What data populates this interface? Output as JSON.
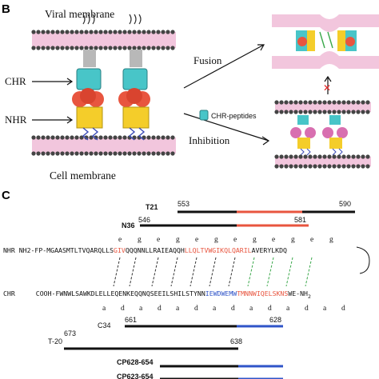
{
  "panel_b": {
    "label": "B",
    "viral_membrane": "Viral membrane",
    "cell_membrane": "Cell membrane",
    "chr": "CHR",
    "nhr": "NHR",
    "fusion": "Fusion",
    "inhibition": "Inhibition",
    "legend": "CHR-peptides",
    "blocked_symbol": "✕"
  },
  "panel_c": {
    "label": "C",
    "peptide_top": [
      {
        "name": "T21",
        "start": "553",
        "end": "590"
      },
      {
        "name": "N36",
        "start": "546",
        "end": "581"
      }
    ],
    "nhr_row": {
      "prefix": "NHR NH2-FP-",
      "seg1": "MGAASMTLTVQARQLLS",
      "seg2": "GIV",
      "seg3": "QQQNNLLRAIEAQQH",
      "seg4": "LLQLTVWGIKQLQARIL",
      "seg5": "AVERYLKDQ"
    },
    "chr_row": {
      "prefix": "CHR",
      "seg1": "COOH-FWNWLSAWKDLELLEQENKEQQNQSEEILSHILSTYNN",
      "seg2": "IEWDWEMW",
      "seg3": "TMNNWIQELSKNS",
      "seg4": "WE",
      "suffix": "-NH",
      "subscript": "2"
    },
    "heptad_top": [
      "e",
      "g",
      "e",
      "g",
      "e",
      "g",
      "e",
      "g",
      "e",
      "g",
      "e",
      "g"
    ],
    "heptad_bottom": [
      "a",
      "d",
      "a",
      "d",
      "a",
      "d",
      "a",
      "d",
      "a",
      "d",
      "a",
      "d",
      "a",
      "d"
    ],
    "peptide_bottom": [
      {
        "name": "C34",
        "start": "661",
        "end": "628"
      },
      {
        "name": "T-20",
        "start": "673",
        "end": "638"
      },
      {
        "name": "CP628-654",
        "start": "",
        "end": ""
      },
      {
        "name": "CP623-654",
        "start": "",
        "end": ""
      }
    ],
    "colors": {
      "red": "#e8553f",
      "blue": "#2f54c8",
      "black": "#111111"
    }
  }
}
